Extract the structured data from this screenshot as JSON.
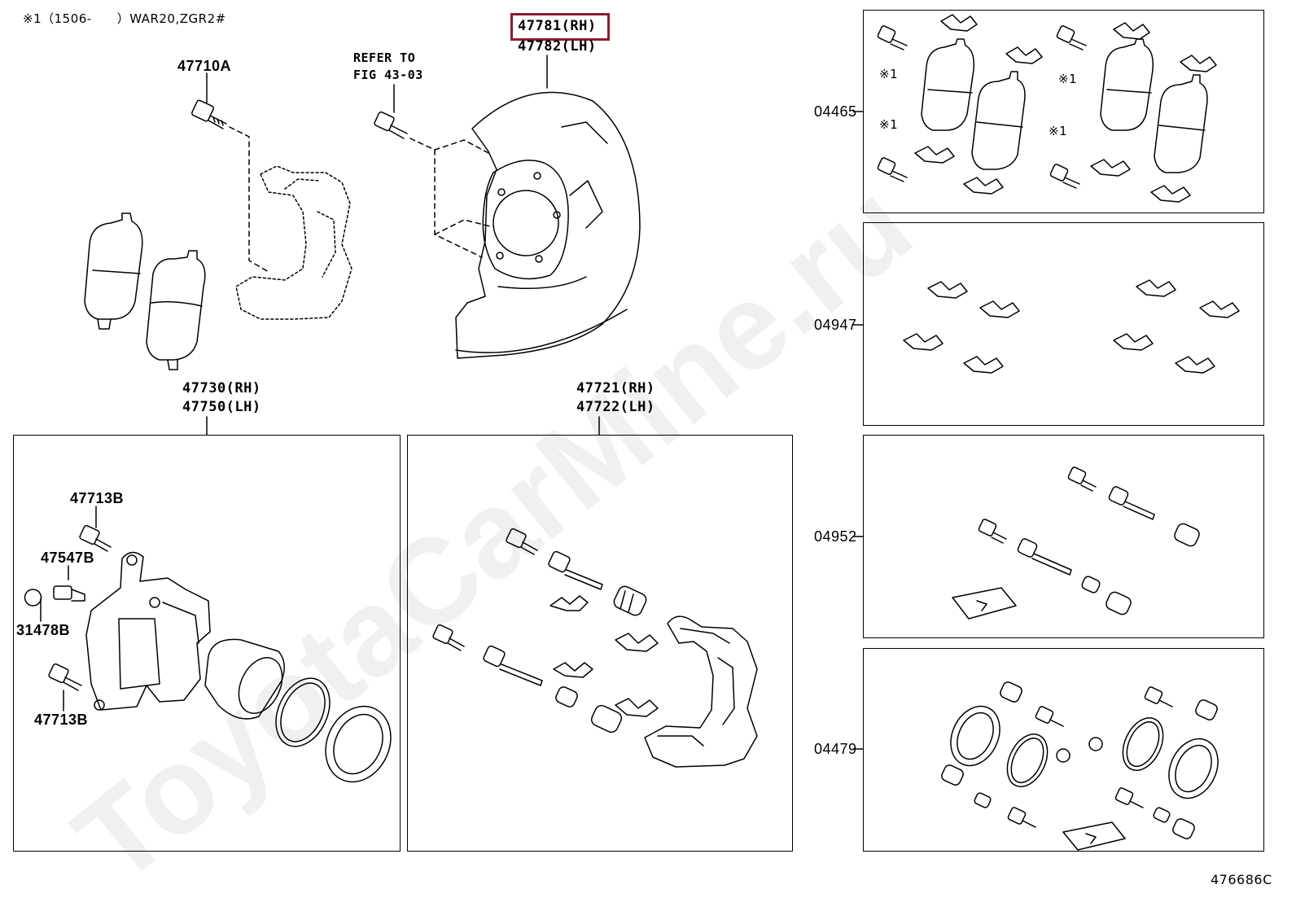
{
  "header_note": "※1（1506-　　）WAR20,ZGR2#",
  "figure_number": "476686C",
  "watermark": "ToyotaCarMine.ru",
  "highlight_color": "#8e1b2c",
  "labels": {
    "bolt_top": "47710A",
    "refer_line1": "REFER TO",
    "refer_line2": "FIG 43-03",
    "dust_cover_rh": "47781(RH)",
    "dust_cover_lh": "47782(LH)",
    "cyl_rh": "47730(RH)",
    "cyl_lh": "47750(LH)",
    "mount_rh": "47721(RH)",
    "mount_lh": "47722(LH)",
    "bolt_upper": "47713B",
    "bleeder": "47547B",
    "cap": "31478B",
    "bolt_lower": "47713B"
  },
  "kits": [
    {
      "code": "04465",
      "marks": [
        "※1",
        "※1",
        "※1",
        "※1"
      ]
    },
    {
      "code": "04947"
    },
    {
      "code": "04952"
    },
    {
      "code": "04479"
    }
  ]
}
